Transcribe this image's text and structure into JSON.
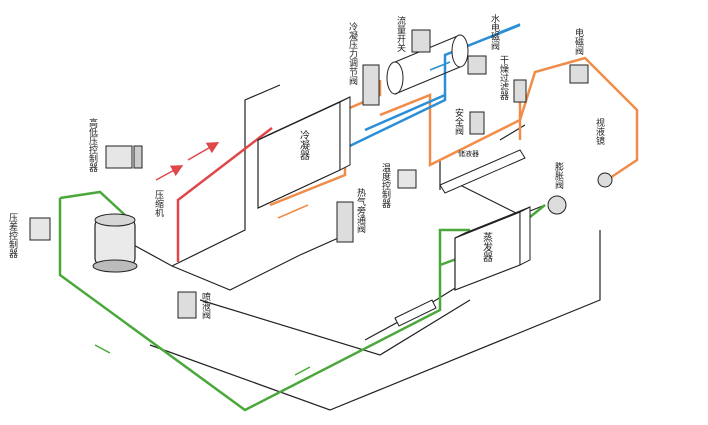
{
  "colors": {
    "hot_gas": "#e0474a",
    "liquid": "#f08c4a",
    "water": "#2a8fd6",
    "suction": "#4aa83b",
    "line": "#222222"
  },
  "labels": {
    "hp_lp_control": "高低压控制器",
    "oil_diff_control": "压差控制器",
    "compressor": "压缩机",
    "condenser": "冷凝器",
    "cond_pressure_valve": "冷凝压力调节阀",
    "flow_switch": "流量开关",
    "water_solenoid": "水电磁阀",
    "drier_filter": "干燥过滤器",
    "safety_valve": "安全阀",
    "receiver": "储液器",
    "solenoid_valve": "电磁阀",
    "sight_glass": "视液镜",
    "expansion_valve": "膨胀阀",
    "temp_control": "温度控制器",
    "hot_gas_bypass": "热气旁通阀",
    "evaporator": "蒸发器",
    "injection_valve": "喷液阀"
  }
}
